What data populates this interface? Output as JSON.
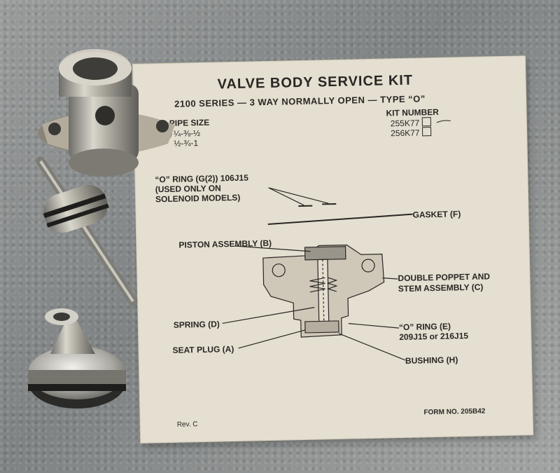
{
  "sheet": {
    "title": "VALVE BODY SERVICE KIT",
    "subtitle": "2100 SERIES — 3 WAY NORMALLY OPEN — TYPE “O”",
    "pipe_size_header": "PIPE SIZE",
    "pipe_sizes": [
      "¼-⅜-½",
      "½-¾-1"
    ],
    "kit_number_header": "KIT NUMBER",
    "kit_numbers": [
      "255K77",
      "256K77"
    ],
    "labels": {
      "o_ring_g_line1": "“O” RING (G(2)) 106J15",
      "o_ring_g_line2": "(USED ONLY ON",
      "o_ring_g_line3": "SOLENOID MODELS)",
      "gasket": "GASKET (F)",
      "piston": "PISTON ASSEMBLY (B)",
      "poppet_line1": "DOUBLE POPPET AND",
      "poppet_line2": "STEM ASSEMBLY (C)",
      "spring": "SPRING (D)",
      "o_ring_e_line1": "“O” RING (E)",
      "o_ring_e_line2": "209J15 or 216J15",
      "seat_plug": "SEAT PLUG (A)",
      "bushing": "BUSHING (H)"
    },
    "rev": "Rev. C",
    "form": "FORM NO. 205B42"
  }
}
